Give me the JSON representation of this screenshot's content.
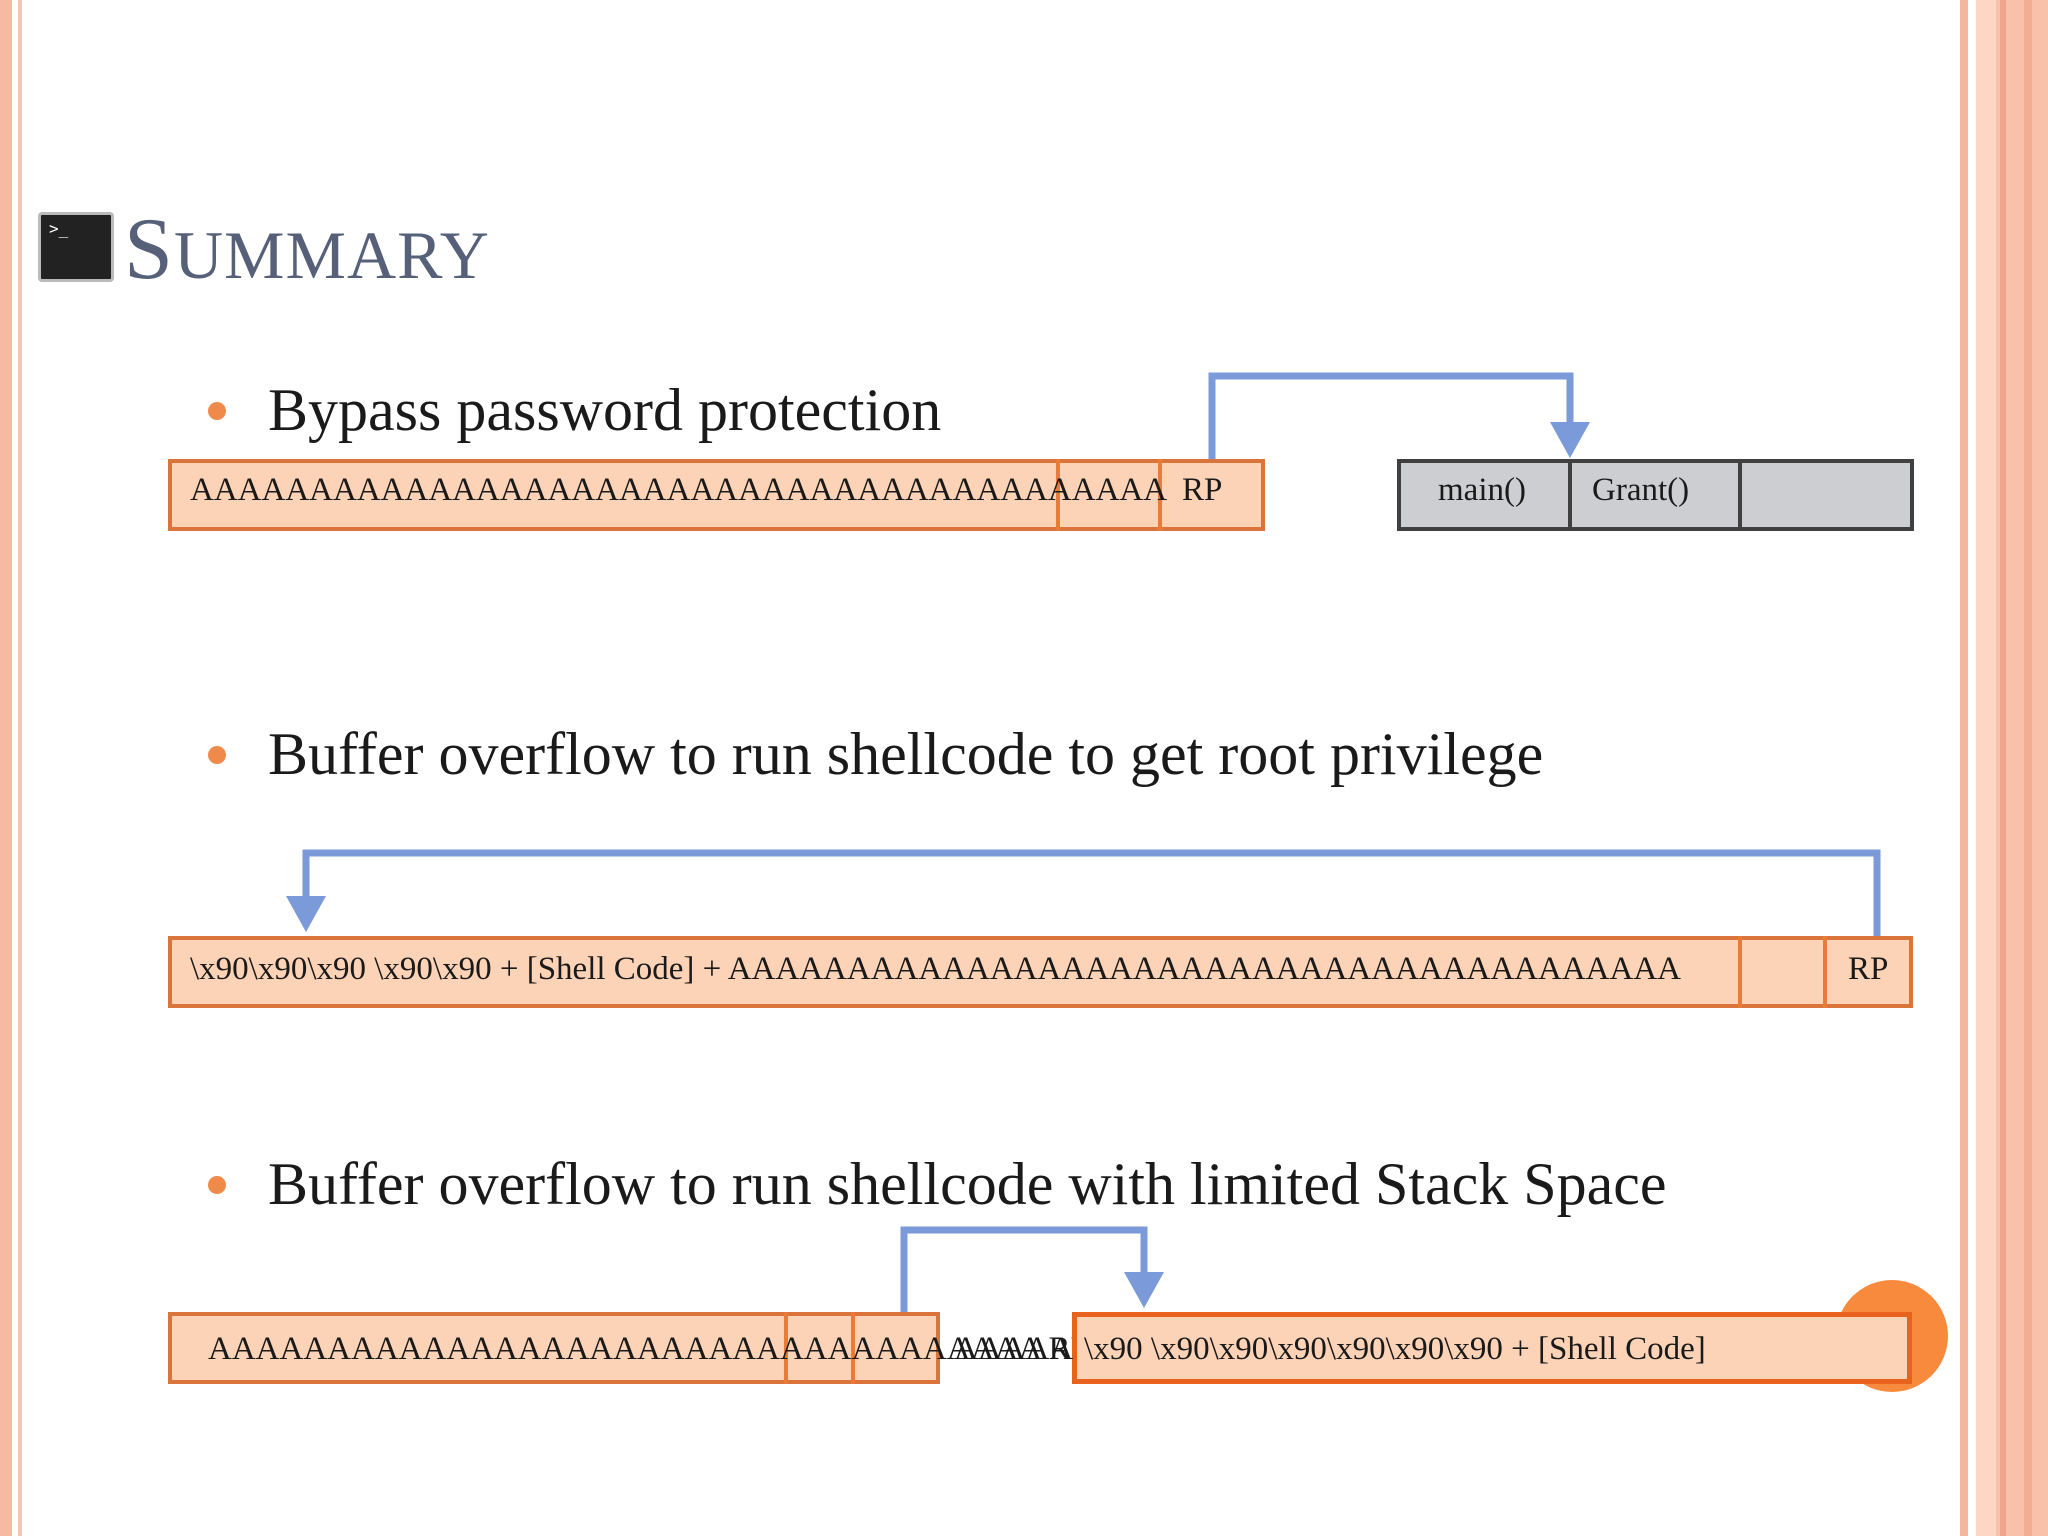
{
  "title": {
    "initial": "S",
    "rest": "UMMARY",
    "icon": "terminal-icon",
    "icon_prompt": ">_"
  },
  "bullets": [
    {
      "text": "Bypass password protection"
    },
    {
      "text": "Buffer overflow to run shellcode to get root privilege"
    },
    {
      "text": "Buffer overflow to run shellcode  with limited Stack Space"
    }
  ],
  "diagram1": {
    "buffer_text": "AAAAAAAAAAAAAAAAAAAAAAAAAAAAAAAAAAAAAAAAA",
    "rp": "RP",
    "stack": [
      "main()",
      "Grant()",
      ""
    ]
  },
  "diagram2": {
    "payload_text": "\\x90\\x90\\x90 \\x90\\x90 + [Shell Code] + AAAAAAAAAAAAAAAAAAAAAAAAAAAAAAAAAAAAAAAA",
    "rp": "RP"
  },
  "diagram3": {
    "buffer_text": "AAAAAAAAAAAAAAAAAAAAAAAAAAAAAAAAAAA RP",
    "gap_text": "AAAAA",
    "shell_text": "\\x90 \\x90\\x90\\x90\\x90\\x90\\x90 + [Shell Code]"
  },
  "colors": {
    "accent": "#f08a4b",
    "bar_fill": "#fcd3b6",
    "bar_border": "#d9743a",
    "arrow": "#7b9ada",
    "title": "#566079"
  }
}
